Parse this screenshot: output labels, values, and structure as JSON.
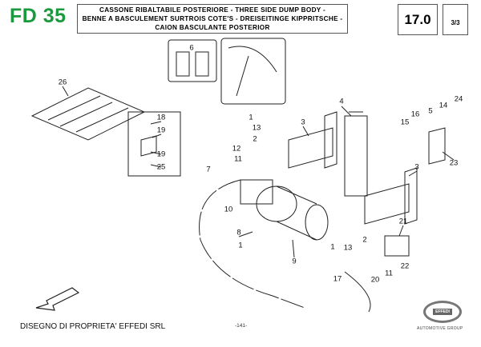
{
  "header": {
    "model": "FD 35",
    "title_lines": [
      "CASSONE RIBALTABILE POSTERIORE  -  THREE  SIDE DUMP BODY -",
      "BENNE A BASCULEMENT  SURTROIS COTE'S - DREISEITINGE KIPPRITSCHE -",
      "CAION BASCULANTE POSTERIOR"
    ],
    "section": "17.0",
    "sheet": "3/3"
  },
  "callouts": [
    "26",
    "6",
    "18",
    "19",
    "19",
    "25",
    "1",
    "13",
    "3",
    "2",
    "12",
    "11",
    "7",
    "10",
    "4",
    "16",
    "15",
    "5",
    "14",
    "24",
    "23",
    "3",
    "8",
    "1",
    "9",
    "21",
    "2",
    "13",
    "1",
    "22",
    "11",
    "20",
    "17"
  ],
  "footer": {
    "ownership": "DISEGNO DI PROPRIETA' EFFEDI SRL",
    "page_number": "-141-",
    "logo_text": "EFFEDI",
    "group": "AUTOMOTIVE GROUP"
  },
  "colors": {
    "model": "#1a9a3c"
  }
}
